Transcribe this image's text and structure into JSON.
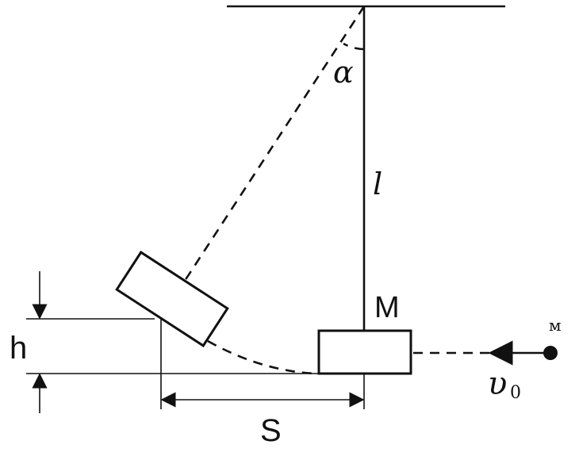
{
  "labels": {
    "angle": "α",
    "length": "l",
    "block": "M",
    "bullet": "м",
    "velocity": "υ",
    "velocity_subscript": "0",
    "height": "h",
    "displacement": "S"
  },
  "colors": {
    "ink": "#111111",
    "background": "#ffffff"
  }
}
